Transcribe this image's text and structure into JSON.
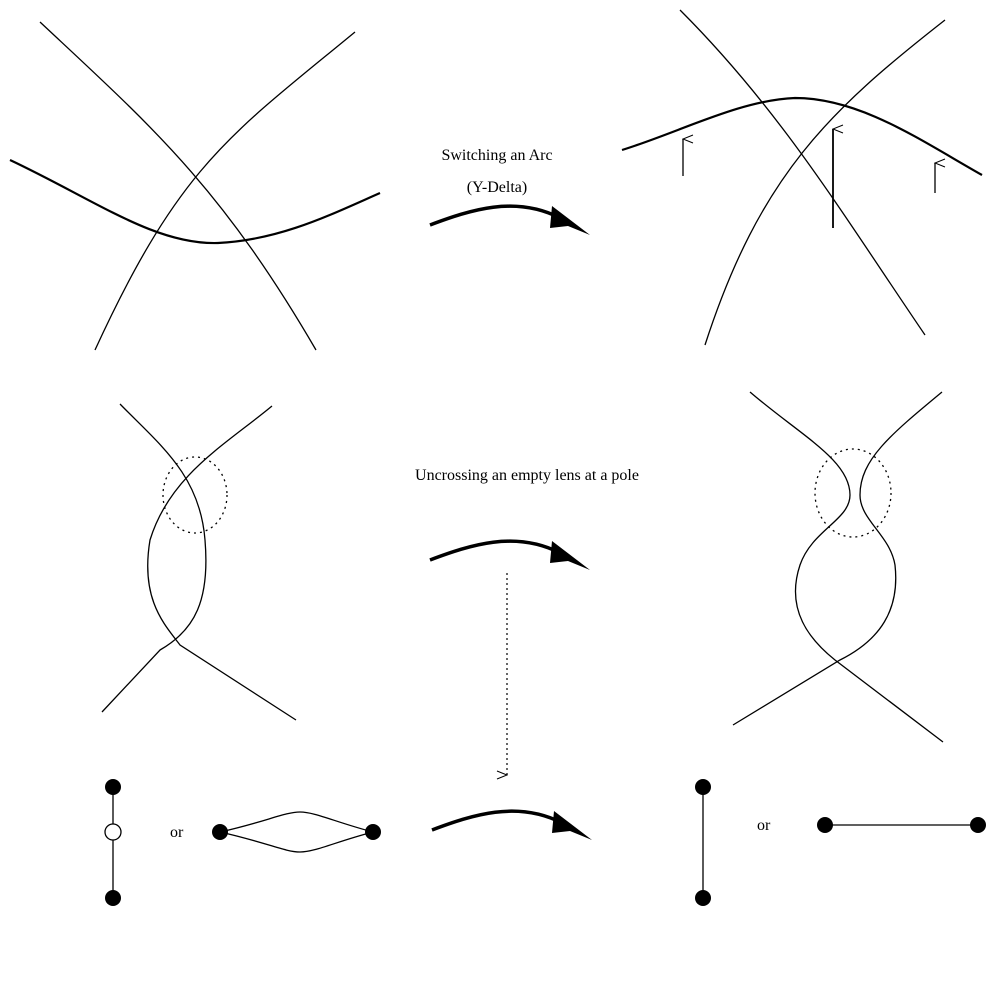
{
  "labels": {
    "switching_arc": "Switching an Arc",
    "y_delta": "(Y-Delta)",
    "uncrossing": "Uncrossing an empty lens at a pole",
    "or_left": "or",
    "or_right": "or"
  },
  "colors": {
    "ink": "#000000",
    "paper": "#ffffff"
  }
}
